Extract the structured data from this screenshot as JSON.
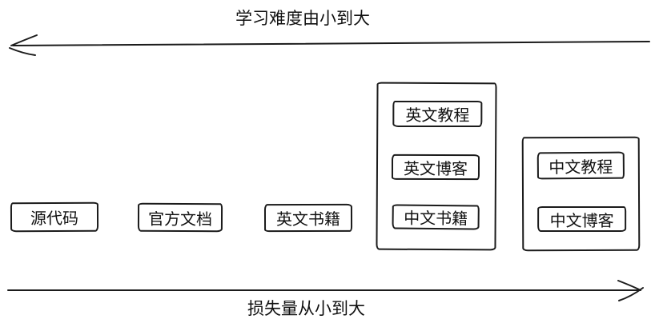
{
  "diagram": {
    "top_axis": {
      "label": "学习难度由小到大",
      "arrow_direction": "left"
    },
    "bottom_axis": {
      "label": "损失量从小到大",
      "arrow_direction": "right"
    },
    "boxes": [
      {
        "label": "源代码"
      },
      {
        "label": "官方文档"
      },
      {
        "label": "英文书籍"
      }
    ],
    "groups": [
      {
        "items": [
          {
            "label": "英文教程"
          },
          {
            "label": "英文博客"
          },
          {
            "label": "中文书籍"
          }
        ]
      },
      {
        "items": [
          {
            "label": "中文教程"
          },
          {
            "label": "中文博客"
          }
        ]
      }
    ],
    "colors": {
      "stroke": "#1b1b1b",
      "background": "#ffffff",
      "text": "#111111"
    }
  }
}
